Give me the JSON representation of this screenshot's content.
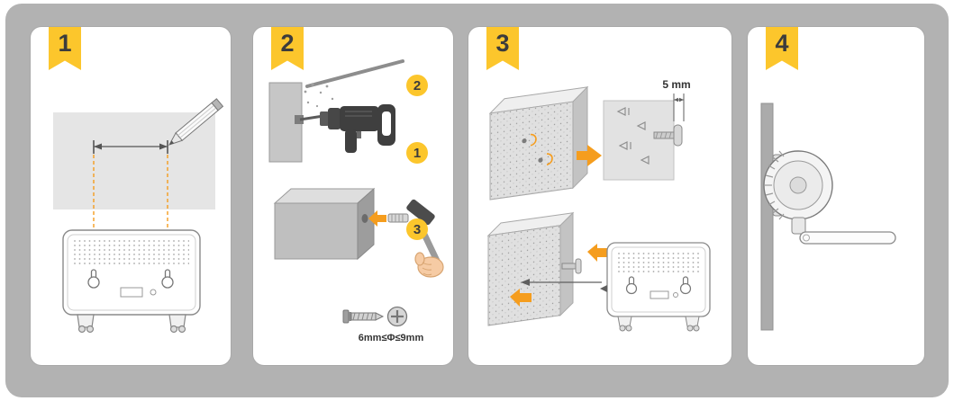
{
  "page": {
    "background_color": "#b2b2b2",
    "panel_color": "#ffffff",
    "accent_yellow": "#fcc62c",
    "accent_orange": "#f59d1e",
    "line_gray": "#5f5f5f"
  },
  "steps": [
    {
      "number": "1"
    },
    {
      "number": "2",
      "badges": [
        {
          "label": "2"
        },
        {
          "label": "1"
        },
        {
          "label": "3"
        }
      ],
      "diameter_note": "6mm≤Φ≤9mm"
    },
    {
      "number": "3",
      "gap_label": "5 mm"
    },
    {
      "number": "4"
    }
  ]
}
